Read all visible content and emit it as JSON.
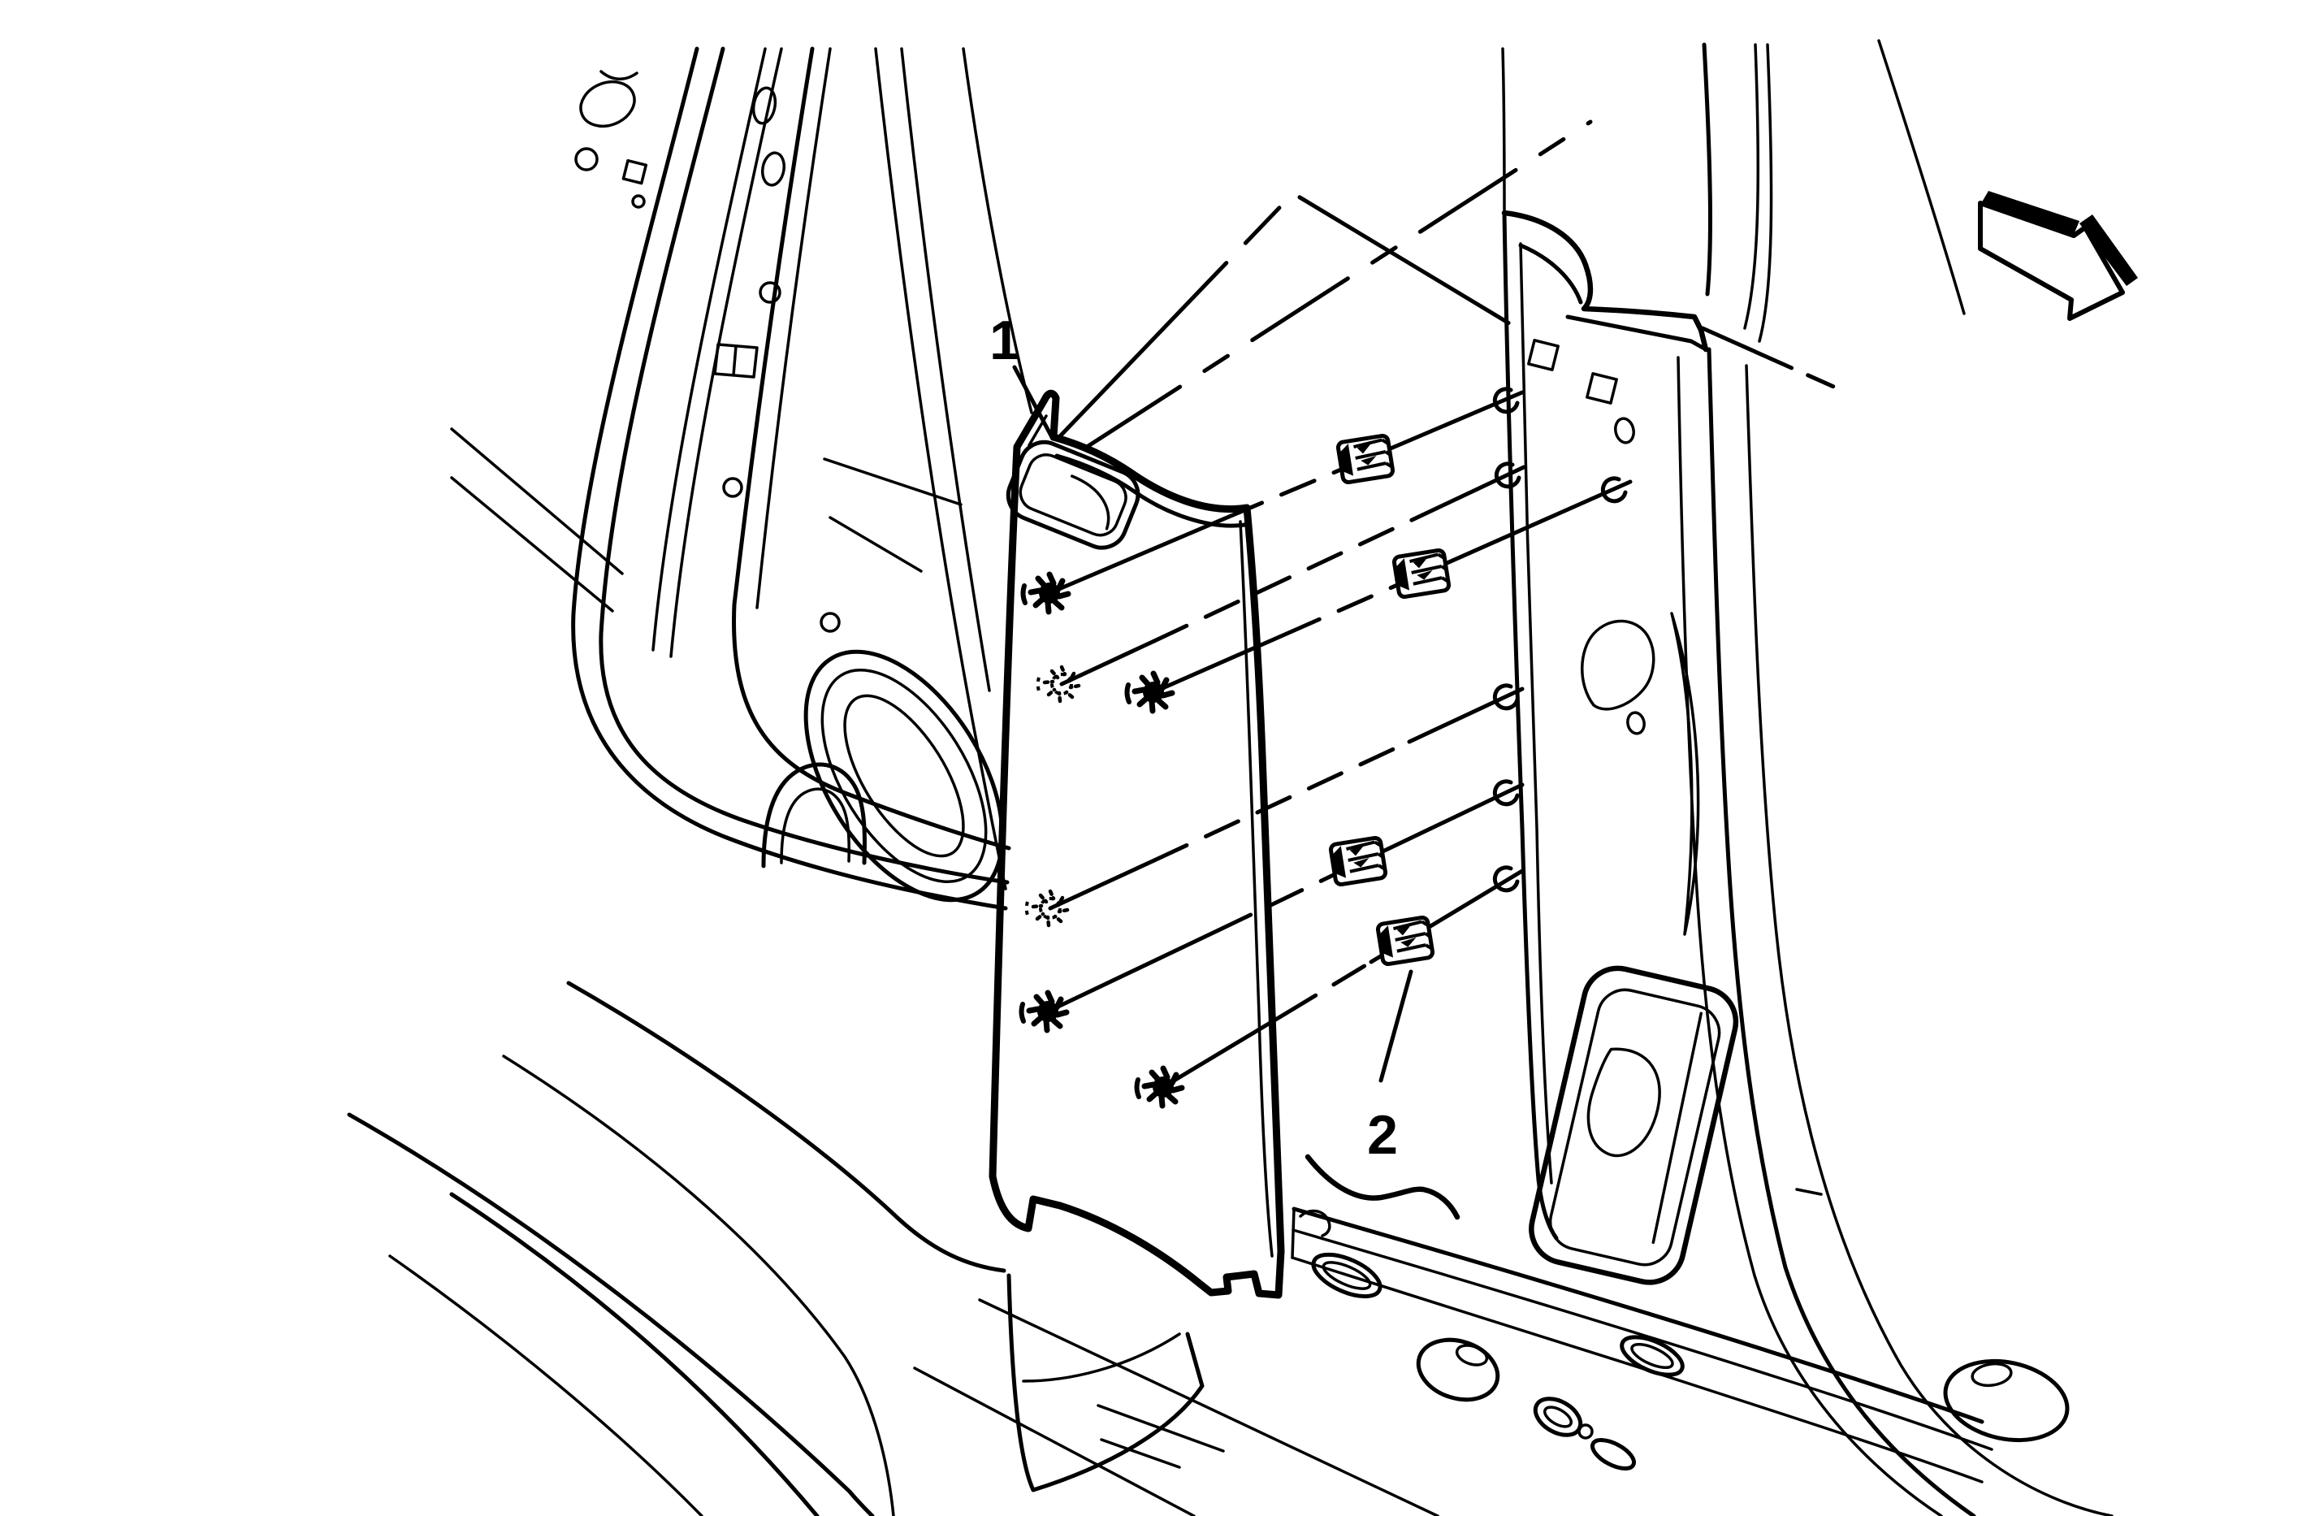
{
  "diagram": {
    "type": "exploded-parts-illustration",
    "subject": "center-pillar-lower-trim-panel-and-retainers",
    "background_color": "#ffffff",
    "line_color": "#000000",
    "callouts": [
      {
        "id": "1",
        "label": "1",
        "points_to": "trim-panel"
      },
      {
        "id": "2",
        "label": "2",
        "points_to": "panel-retainer-clip"
      }
    ],
    "icons": [
      {
        "name": "direction-arrow-icon",
        "meaning": "viewing-direction",
        "orientation": "down-right"
      }
    ],
    "retainer_rows": 6,
    "square_clips": 4,
    "panel_clips_solid": 4,
    "panel_clips_ghost": 2
  }
}
